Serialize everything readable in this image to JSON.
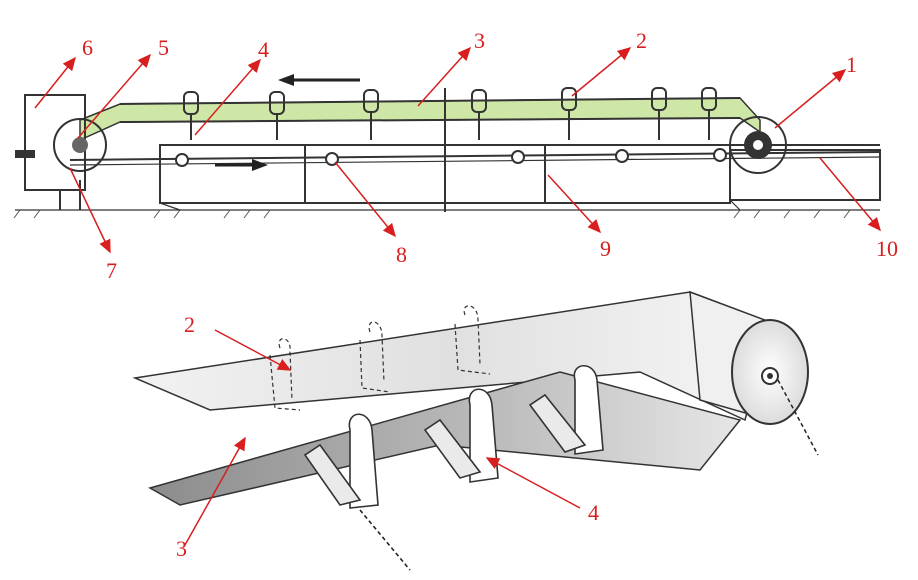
{
  "colors": {
    "belt": "#cfe7a6",
    "label": "#d81e1e",
    "line": "#333333",
    "belt_light": "#e8e8e8",
    "belt_dark": "#9a9a9a"
  },
  "top_diagram": {
    "callouts": [
      {
        "id": "1",
        "text": "1"
      },
      {
        "id": "2",
        "text": "2"
      },
      {
        "id": "3",
        "text": "3"
      },
      {
        "id": "4",
        "text": "4"
      },
      {
        "id": "5",
        "text": "5"
      },
      {
        "id": "6",
        "text": "6"
      },
      {
        "id": "7",
        "text": "7"
      },
      {
        "id": "8",
        "text": "8"
      },
      {
        "id": "9",
        "text": "9"
      },
      {
        "id": "10",
        "text": "10"
      }
    ]
  },
  "bottom_diagram": {
    "callouts": [
      {
        "id": "2",
        "text": "2"
      },
      {
        "id": "3",
        "text": "3"
      },
      {
        "id": "4",
        "text": "4"
      }
    ]
  }
}
